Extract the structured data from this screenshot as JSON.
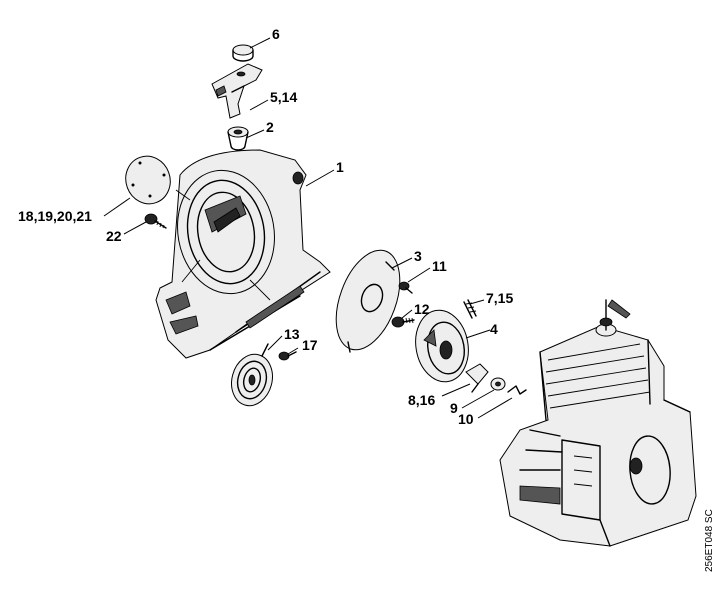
{
  "callouts": {
    "c6": "6",
    "c5_14": "5,14",
    "c2": "2",
    "c1": "1",
    "c18_21": "18,19,20,21",
    "c22": "22",
    "c3": "3",
    "c11": "11",
    "c7_15": "7,15",
    "c12": "12",
    "c4": "4",
    "c13": "13",
    "c17": "17",
    "c8_16": "8,16",
    "c9": "9",
    "c10": "10"
  },
  "document_id": "256ET048 SC"
}
